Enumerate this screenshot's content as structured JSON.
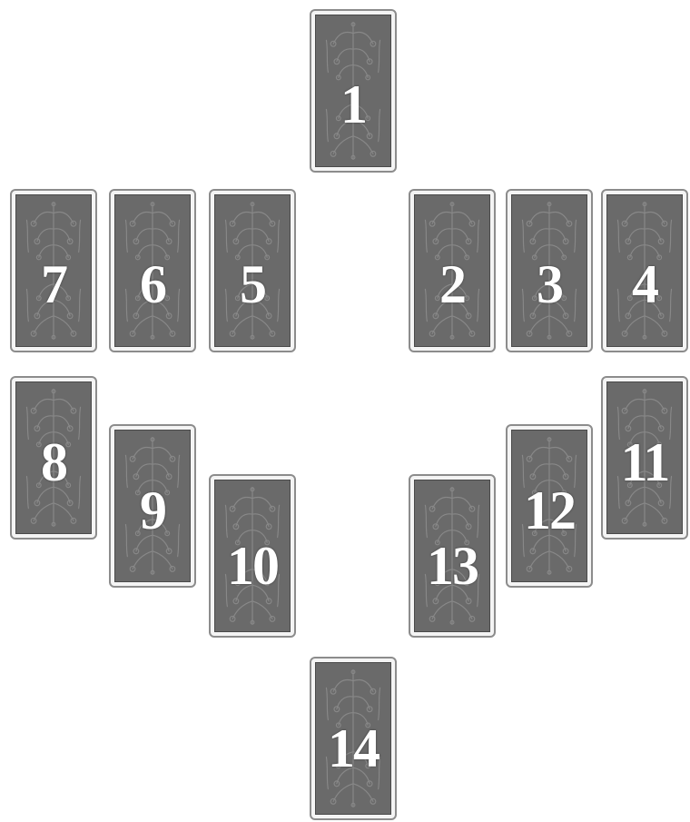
{
  "colors": {
    "card_back": "#6a6a6a",
    "card_border": "#8c8c8c",
    "card_number": "#ffffff",
    "background": "#ffffff"
  },
  "cards": [
    {
      "number": "1"
    },
    {
      "number": "2"
    },
    {
      "number": "3"
    },
    {
      "number": "4"
    },
    {
      "number": "5"
    },
    {
      "number": "6"
    },
    {
      "number": "7"
    },
    {
      "number": "8"
    },
    {
      "number": "9"
    },
    {
      "number": "10"
    },
    {
      "number": "11"
    },
    {
      "number": "12"
    },
    {
      "number": "13"
    },
    {
      "number": "14"
    }
  ]
}
